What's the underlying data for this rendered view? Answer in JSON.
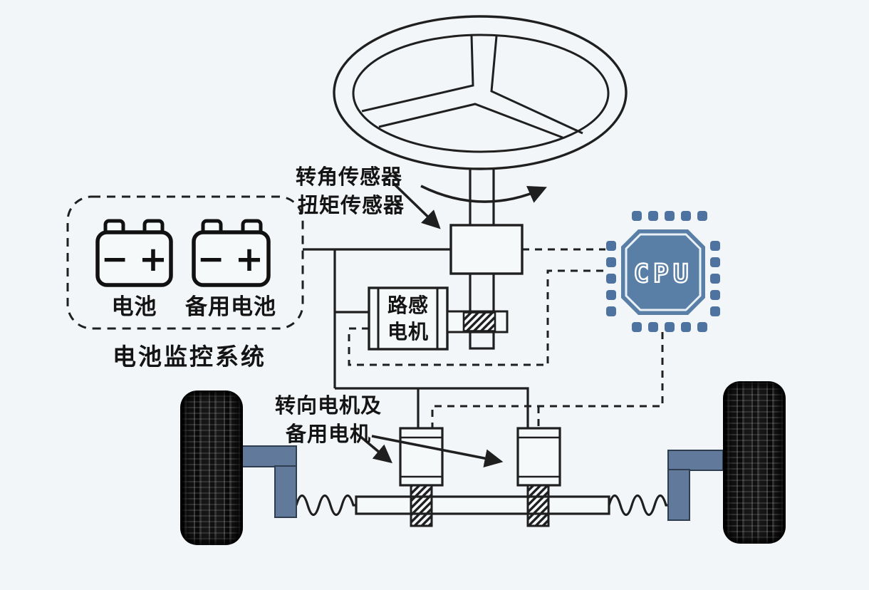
{
  "labels": {
    "angle_sensor": "转角传感器",
    "torque_sensor": "扭矩传感器",
    "battery": "电池",
    "backup_battery": "备用电池",
    "battery_monitor_system": "电池监控系统",
    "road_feel_motor": [
      "路感",
      "电机"
    ],
    "steering_motors": [
      "转向电机及",
      "备用电机"
    ],
    "cpu": "CPU"
  },
  "symbols": {
    "minus": "−",
    "plus": "+"
  },
  "colors": {
    "line": "#1f1f1f",
    "cpu_chip_blue": "#5a7fa6",
    "cpu_pin_blue": "#4e73a0",
    "cpu_text_outline": "#ffffff",
    "knuckle_blue": "#61799a",
    "background": "#f3f6f8",
    "tire_black": "#141414"
  }
}
